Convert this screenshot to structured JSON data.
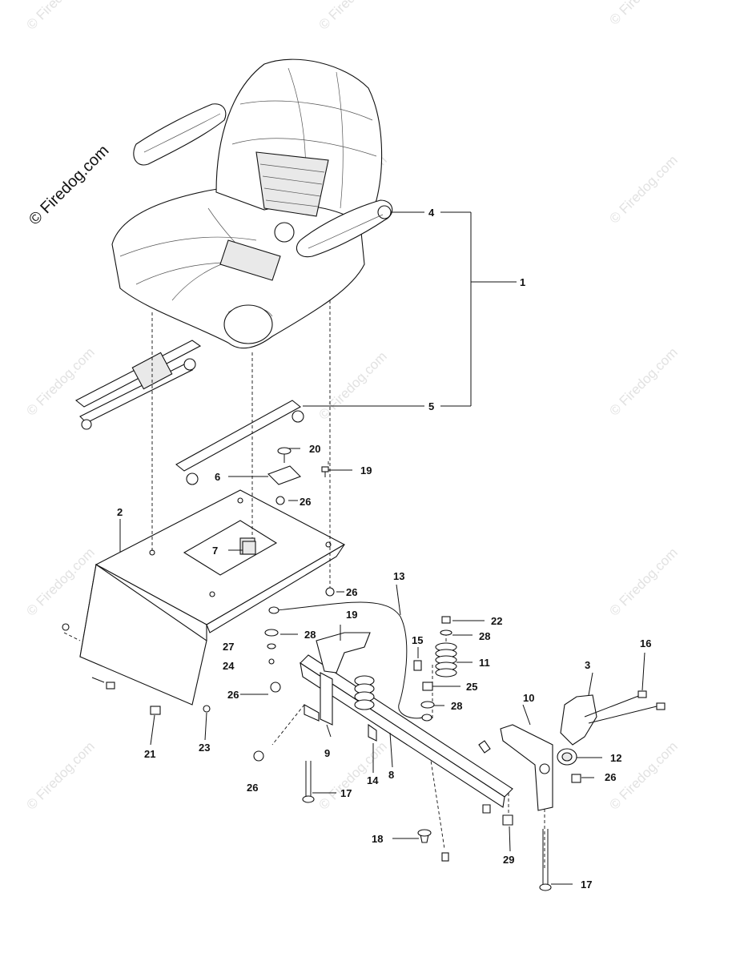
{
  "watermark": {
    "main": "© Firedog.com",
    "repeat": "© Firedog.com"
  },
  "callouts": {
    "p1": "1",
    "p2": "2",
    "p3": "3",
    "p4": "4",
    "p5": "5",
    "p6": "6",
    "p7": "7",
    "p8": "8",
    "p9": "9",
    "p10": "10",
    "p11": "11",
    "p12": "12",
    "p13": "13",
    "p14": "14",
    "p15": "15",
    "p16": "16",
    "p17a": "17",
    "p17b": "17",
    "p18": "18",
    "p19a": "19",
    "p19b": "19",
    "p20": "20",
    "p21": "21",
    "p22": "22",
    "p23": "23",
    "p24": "24",
    "p25": "25",
    "p26a": "26",
    "p26b": "26",
    "p26c": "26",
    "p26d": "26",
    "p26e": "26",
    "p27": "27",
    "p28a": "28",
    "p28b": "28",
    "p28c": "28",
    "p29": "29"
  }
}
